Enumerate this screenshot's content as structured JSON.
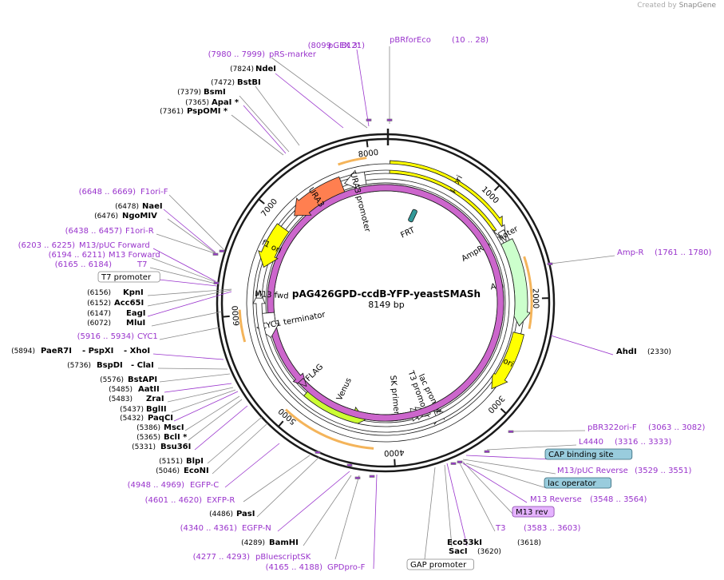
{
  "title": "pAG426GPD-ccdB-YFP-yeastSMASh",
  "subtitle": "8149 bp",
  "credit": {
    "prefix": "Created by",
    "brand": "SnapGene"
  },
  "colors": {
    "primer": "#9933cc",
    "site": "#000000",
    "ring": "#1a1a1a"
  },
  "ticks": [
    "1000",
    "2000",
    "3000",
    "4000",
    "5000",
    "6000",
    "7000",
    "8000"
  ],
  "features": [
    {
      "name": "2μ ori",
      "color": "#ffff00"
    },
    {
      "name": "AmpR promoter",
      "color": "#ffffff"
    },
    {
      "name": "AmpR",
      "color": "#ccffcc"
    },
    {
      "name": "ori",
      "color": "#ffff00"
    },
    {
      "name": "lac promoter",
      "color": "#ffffff"
    },
    {
      "name": "T3 promoter",
      "color": "#ffffff"
    },
    {
      "name": "SK primer",
      "color": "#ffffff"
    },
    {
      "name": "Venus",
      "color": "#ccff33"
    },
    {
      "name": "FLAG",
      "color": "#cc66cc"
    },
    {
      "name": "CYC1 terminator",
      "color": "#ffffff"
    },
    {
      "name": "M13 fwd",
      "color": "#ffffff"
    },
    {
      "name": "f1 ori",
      "color": "#ffff00"
    },
    {
      "name": "URA3",
      "color": "#ff7f50"
    },
    {
      "name": "URA3 promoter",
      "color": "#ffffff"
    },
    {
      "name": "FRT",
      "color": "#339999"
    }
  ],
  "labels": [
    {
      "name": "(8099 .. 8121)",
      "kind": "primer"
    },
    {
      "name": "pGEX 3'",
      "kind": "primer"
    },
    {
      "name": "pBRforEco",
      "kind": "primer"
    },
    {
      "name": "(10 .. 28)",
      "kind": "primer"
    },
    {
      "name": "(7980 .. 7999)",
      "kind": "primer"
    },
    {
      "name": "pRS-marker",
      "kind": "primer"
    },
    {
      "name": "(7824)",
      "kind": "pos"
    },
    {
      "name": "NdeI",
      "kind": "site"
    },
    {
      "name": "(7472)",
      "kind": "pos"
    },
    {
      "name": "BstBI",
      "kind": "site"
    },
    {
      "name": "(7379)",
      "kind": "pos"
    },
    {
      "name": "BsmI",
      "kind": "site"
    },
    {
      "name": "(7365)",
      "kind": "pos"
    },
    {
      "name": "ApaI  *",
      "kind": "site"
    },
    {
      "name": "(7361)",
      "kind": "pos"
    },
    {
      "name": "PspOMI  *",
      "kind": "site"
    },
    {
      "name": "(6648 .. 6669)",
      "kind": "primer"
    },
    {
      "name": "F1ori-F",
      "kind": "primer"
    },
    {
      "name": "(6478)",
      "kind": "pos"
    },
    {
      "name": "NaeI",
      "kind": "site"
    },
    {
      "name": "(6476)",
      "kind": "pos"
    },
    {
      "name": "NgoMIV",
      "kind": "site"
    },
    {
      "name": "(6438 .. 6457)",
      "kind": "primer"
    },
    {
      "name": "F1ori-R",
      "kind": "primer"
    },
    {
      "name": "(6203 .. 6225)",
      "kind": "primer"
    },
    {
      "name": "M13/pUC Forward",
      "kind": "primer"
    },
    {
      "name": "(6194 .. 6211)",
      "kind": "primer"
    },
    {
      "name": "M13 Forward",
      "kind": "primer"
    },
    {
      "name": "(6165 .. 6184)",
      "kind": "primer"
    },
    {
      "name": "T7",
      "kind": "primer"
    },
    {
      "name": "T7 promoter",
      "kind": "boxed"
    },
    {
      "name": "(6156)",
      "kind": "pos"
    },
    {
      "name": "KpnI",
      "kind": "site"
    },
    {
      "name": "(6152)",
      "kind": "pos"
    },
    {
      "name": "Acc65I",
      "kind": "site"
    },
    {
      "name": "(6147)",
      "kind": "pos"
    },
    {
      "name": "EagI",
      "kind": "site"
    },
    {
      "name": "(6072)",
      "kind": "pos"
    },
    {
      "name": "MluI",
      "kind": "site"
    },
    {
      "name": "(5916 .. 5934)",
      "kind": "primer"
    },
    {
      "name": "CYC1",
      "kind": "primer"
    },
    {
      "name": "(5894)",
      "kind": "pos"
    },
    {
      "name": "PaeR7I",
      "kind": "site"
    },
    {
      "name": "- PspXI",
      "kind": "site"
    },
    {
      "name": "- XhoI",
      "kind": "site"
    },
    {
      "name": "(5736)",
      "kind": "pos"
    },
    {
      "name": "BspDI",
      "kind": "site"
    },
    {
      "name": "- ClaI",
      "kind": "site"
    },
    {
      "name": "(5576)",
      "kind": "pos"
    },
    {
      "name": "BstAPI",
      "kind": "site"
    },
    {
      "name": "(5485)",
      "kind": "pos"
    },
    {
      "name": "AatII",
      "kind": "site"
    },
    {
      "name": "(5483)",
      "kind": "pos"
    },
    {
      "name": "ZraI",
      "kind": "site"
    },
    {
      "name": "(5437)",
      "kind": "pos"
    },
    {
      "name": "BglII",
      "kind": "site"
    },
    {
      "name": "(5432)",
      "kind": "pos"
    },
    {
      "name": "PaqCI",
      "kind": "site"
    },
    {
      "name": "(5386)",
      "kind": "pos"
    },
    {
      "name": "MscI",
      "kind": "site"
    },
    {
      "name": "(5365)",
      "kind": "pos"
    },
    {
      "name": "BclI  *",
      "kind": "site"
    },
    {
      "name": "(5331)",
      "kind": "pos"
    },
    {
      "name": "Bsu36I",
      "kind": "site"
    },
    {
      "name": "(5151)",
      "kind": "pos"
    },
    {
      "name": "BlpI",
      "kind": "site"
    },
    {
      "name": "(5046)",
      "kind": "pos"
    },
    {
      "name": "EcoNI",
      "kind": "site"
    },
    {
      "name": "(4948 .. 4969)",
      "kind": "primer"
    },
    {
      "name": "EGFP-C",
      "kind": "primer"
    },
    {
      "name": "(4601 .. 4620)",
      "kind": "primer"
    },
    {
      "name": "EXFP-R",
      "kind": "primer"
    },
    {
      "name": "(4486)",
      "kind": "pos"
    },
    {
      "name": "PasI",
      "kind": "site"
    },
    {
      "name": "(4340 .. 4361)",
      "kind": "primer"
    },
    {
      "name": "EGFP-N",
      "kind": "primer"
    },
    {
      "name": "(4289)",
      "kind": "pos"
    },
    {
      "name": "BamHI",
      "kind": "site"
    },
    {
      "name": "(4277 .. 4293)",
      "kind": "primer"
    },
    {
      "name": "pBluescriptSK",
      "kind": "primer"
    },
    {
      "name": "(4165 .. 4188)",
      "kind": "primer"
    },
    {
      "name": "GPDpro-F",
      "kind": "primer"
    },
    {
      "name": "GAP promoter",
      "kind": "boxed"
    },
    {
      "name": "SacI",
      "kind": "site"
    },
    {
      "name": "(3620)",
      "kind": "pos"
    },
    {
      "name": "Eco53kI",
      "kind": "site"
    },
    {
      "name": "(3618)",
      "kind": "pos"
    },
    {
      "name": "T3",
      "kind": "primer"
    },
    {
      "name": "(3583 .. 3603)",
      "kind": "primer"
    },
    {
      "name": "M13 rev",
      "kind": "boxedpurple"
    },
    {
      "name": "M13 Reverse",
      "kind": "primer"
    },
    {
      "name": "(3548 .. 3564)",
      "kind": "primer"
    },
    {
      "name": "lac operator",
      "kind": "boxedblue"
    },
    {
      "name": "M13/pUC Reverse",
      "kind": "primer"
    },
    {
      "name": "(3529 .. 3551)",
      "kind": "primer"
    },
    {
      "name": "CAP binding site",
      "kind": "boxedblue"
    },
    {
      "name": "L4440",
      "kind": "primer"
    },
    {
      "name": "(3316 .. 3333)",
      "kind": "primer"
    },
    {
      "name": "pBR322ori-F",
      "kind": "primer"
    },
    {
      "name": "(3063 .. 3082)",
      "kind": "primer"
    },
    {
      "name": "AhdI",
      "kind": "site"
    },
    {
      "name": "(2330)",
      "kind": "pos"
    },
    {
      "name": "Amp-R",
      "kind": "primer"
    },
    {
      "name": "(1761 .. 1780)",
      "kind": "primer"
    }
  ]
}
